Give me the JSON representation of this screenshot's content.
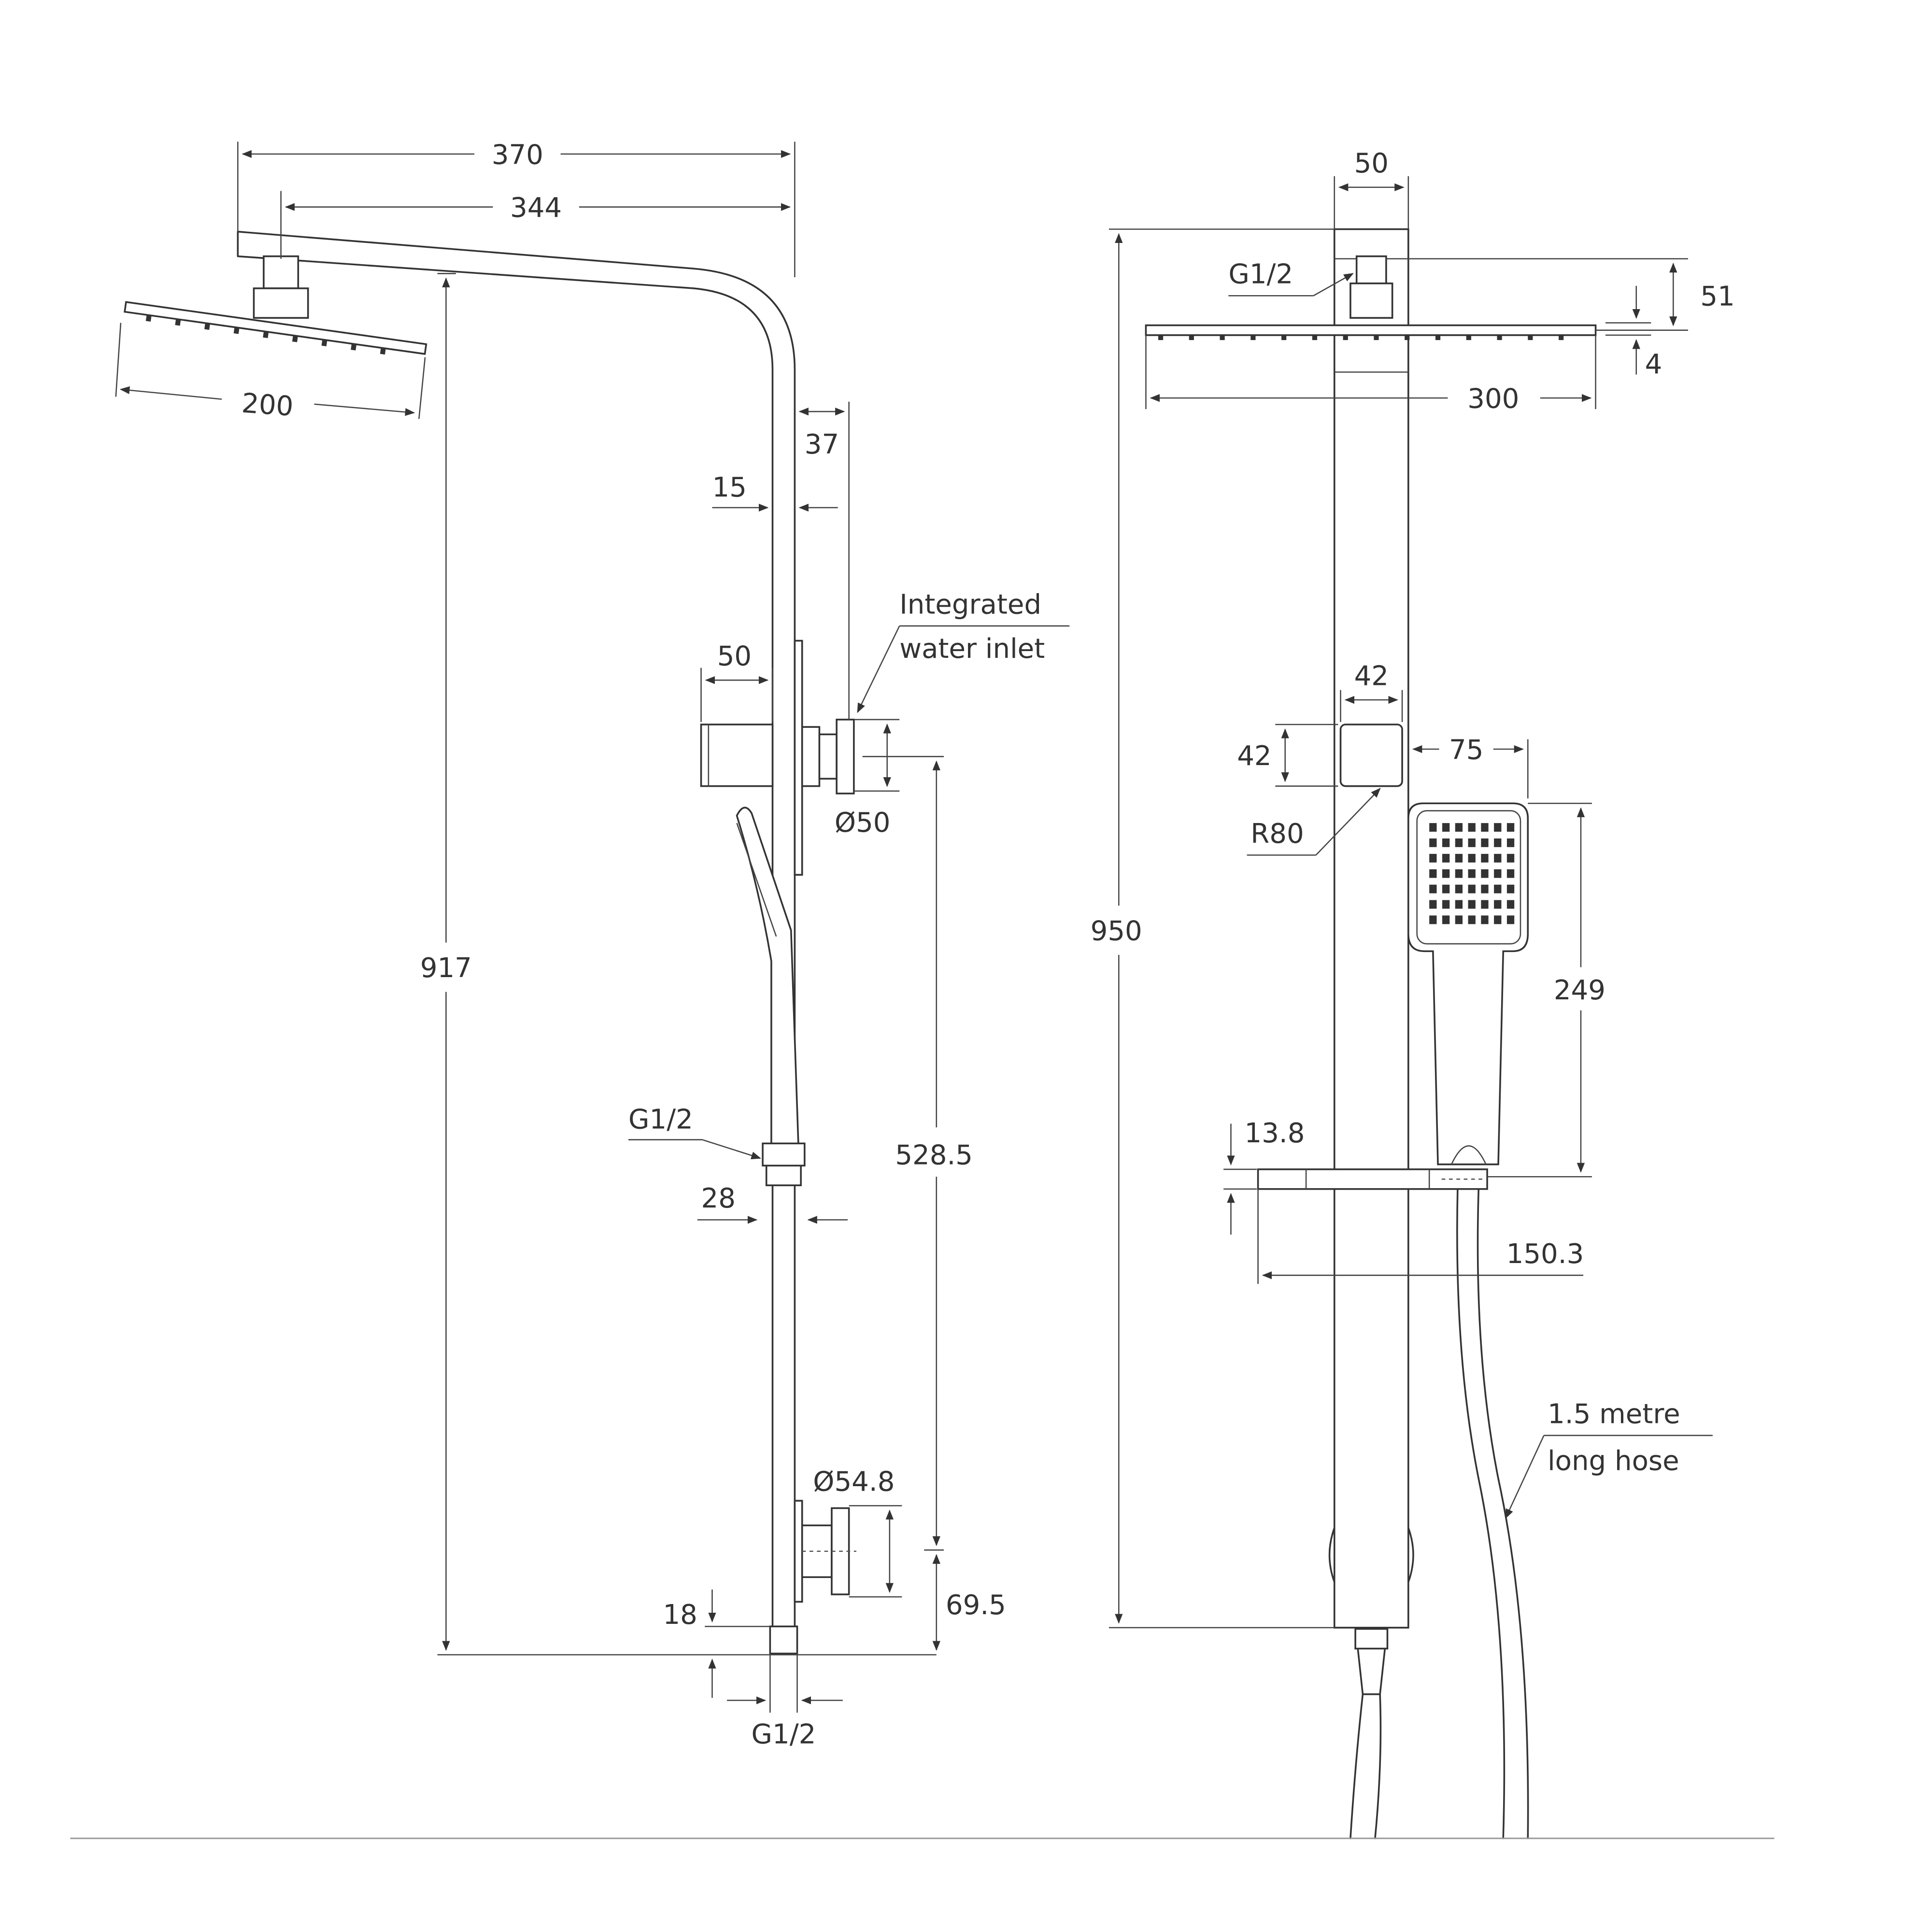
{
  "side_view": {
    "arm_length_total": "370",
    "arm_length_to_head": "344",
    "head_diameter": "200",
    "outlet_height": "917",
    "rail_offset": "15",
    "inlet_offset": "37",
    "holder_depth": "50",
    "inlet_label_line1": "Integrated",
    "inlet_label_line2": "water inlet",
    "holder_plate_diameter": "Ø50",
    "rail_to_bottom_flange": "528.5",
    "hose_connector_thread": "G1/2",
    "connector_width": "28",
    "bottom_flange_diameter": "Ø54.8",
    "bottom_flange_height": "69.5",
    "bottom_connector_height": "18",
    "inlet_thread": "G1/2"
  },
  "front_view": {
    "rail_width": "50",
    "overall_height": "950",
    "head_thread": "G1/2",
    "head_height": "51",
    "head_thickness": "4",
    "head_width": "300",
    "holder_width": "42",
    "holder_height": "42",
    "holder_radius": "R80",
    "handset_width": "75",
    "handset_length": "249",
    "shelf_thickness": "13.8",
    "shelf_length": "150.3",
    "hose_label_line1": "1.5 metre",
    "hose_label_line2": "long hose"
  },
  "colors": {
    "line": "#333333",
    "background": "#ffffff",
    "baseline": "#999999"
  }
}
